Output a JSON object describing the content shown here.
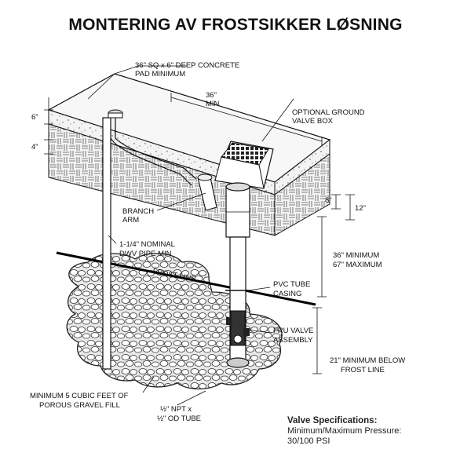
{
  "title": "MONTERING AV FROSTSIKKER LØSNING",
  "labels": {
    "concrete_pad": [
      "36\" SQ x 6\" DEEP CONCRETE",
      "PAD MINIMUM"
    ],
    "width_dim": [
      "36\"",
      "MIN"
    ],
    "ground_box": [
      "OPTIONAL GROUND",
      "VALVE BOX"
    ],
    "branch_arm": [
      "BRANCH",
      "ARM"
    ],
    "dwv_pipe": [
      "1-1/4\" NOMINAL",
      "DWV PIPE MIN"
    ],
    "frost_line": "FROST LINE",
    "pvc_tube": [
      "PVC TUBE",
      "CASING"
    ],
    "fru_valve": [
      "FRU VALVE",
      "ASSEMBLY"
    ],
    "gravel": [
      "MINIMUM 5 CUBIC FEET OF",
      "POROUS GRAVEL FILL"
    ],
    "npt": [
      "½\" NPT x",
      "½\" OD TUBE"
    ],
    "depth_range": [
      "36\" MINIMUM",
      "67\" MAXIMUM"
    ],
    "below_frost": [
      "21\" MINIMUM BELOW",
      "FROST LINE"
    ]
  },
  "dimensions": {
    "pad_depth": "6\"",
    "left_4": "4\"",
    "right_8": "8\"",
    "right_12": "12\""
  },
  "specs": {
    "heading": "Valve Specifications:",
    "line1": "Minimum/Maximum Pressure:",
    "line2": "30/100 PSI"
  }
}
